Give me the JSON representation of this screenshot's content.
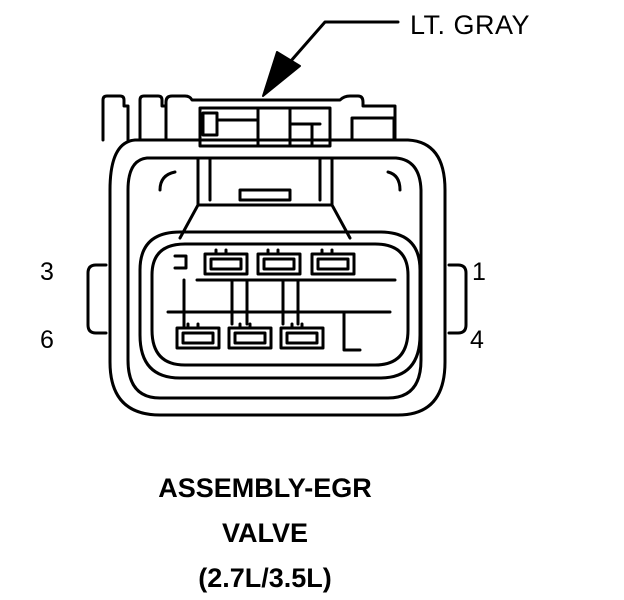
{
  "callout": {
    "color_label": "LT. GRAY"
  },
  "pins": {
    "p3": "3",
    "p6": "6",
    "p1": "1",
    "p4": "4"
  },
  "title": {
    "line1": "ASSEMBLY-EGR",
    "line2": "VALVE",
    "line3": "(2.7L/3.5L)"
  },
  "colors": {
    "ink": "#000000",
    "background": "#ffffff"
  }
}
